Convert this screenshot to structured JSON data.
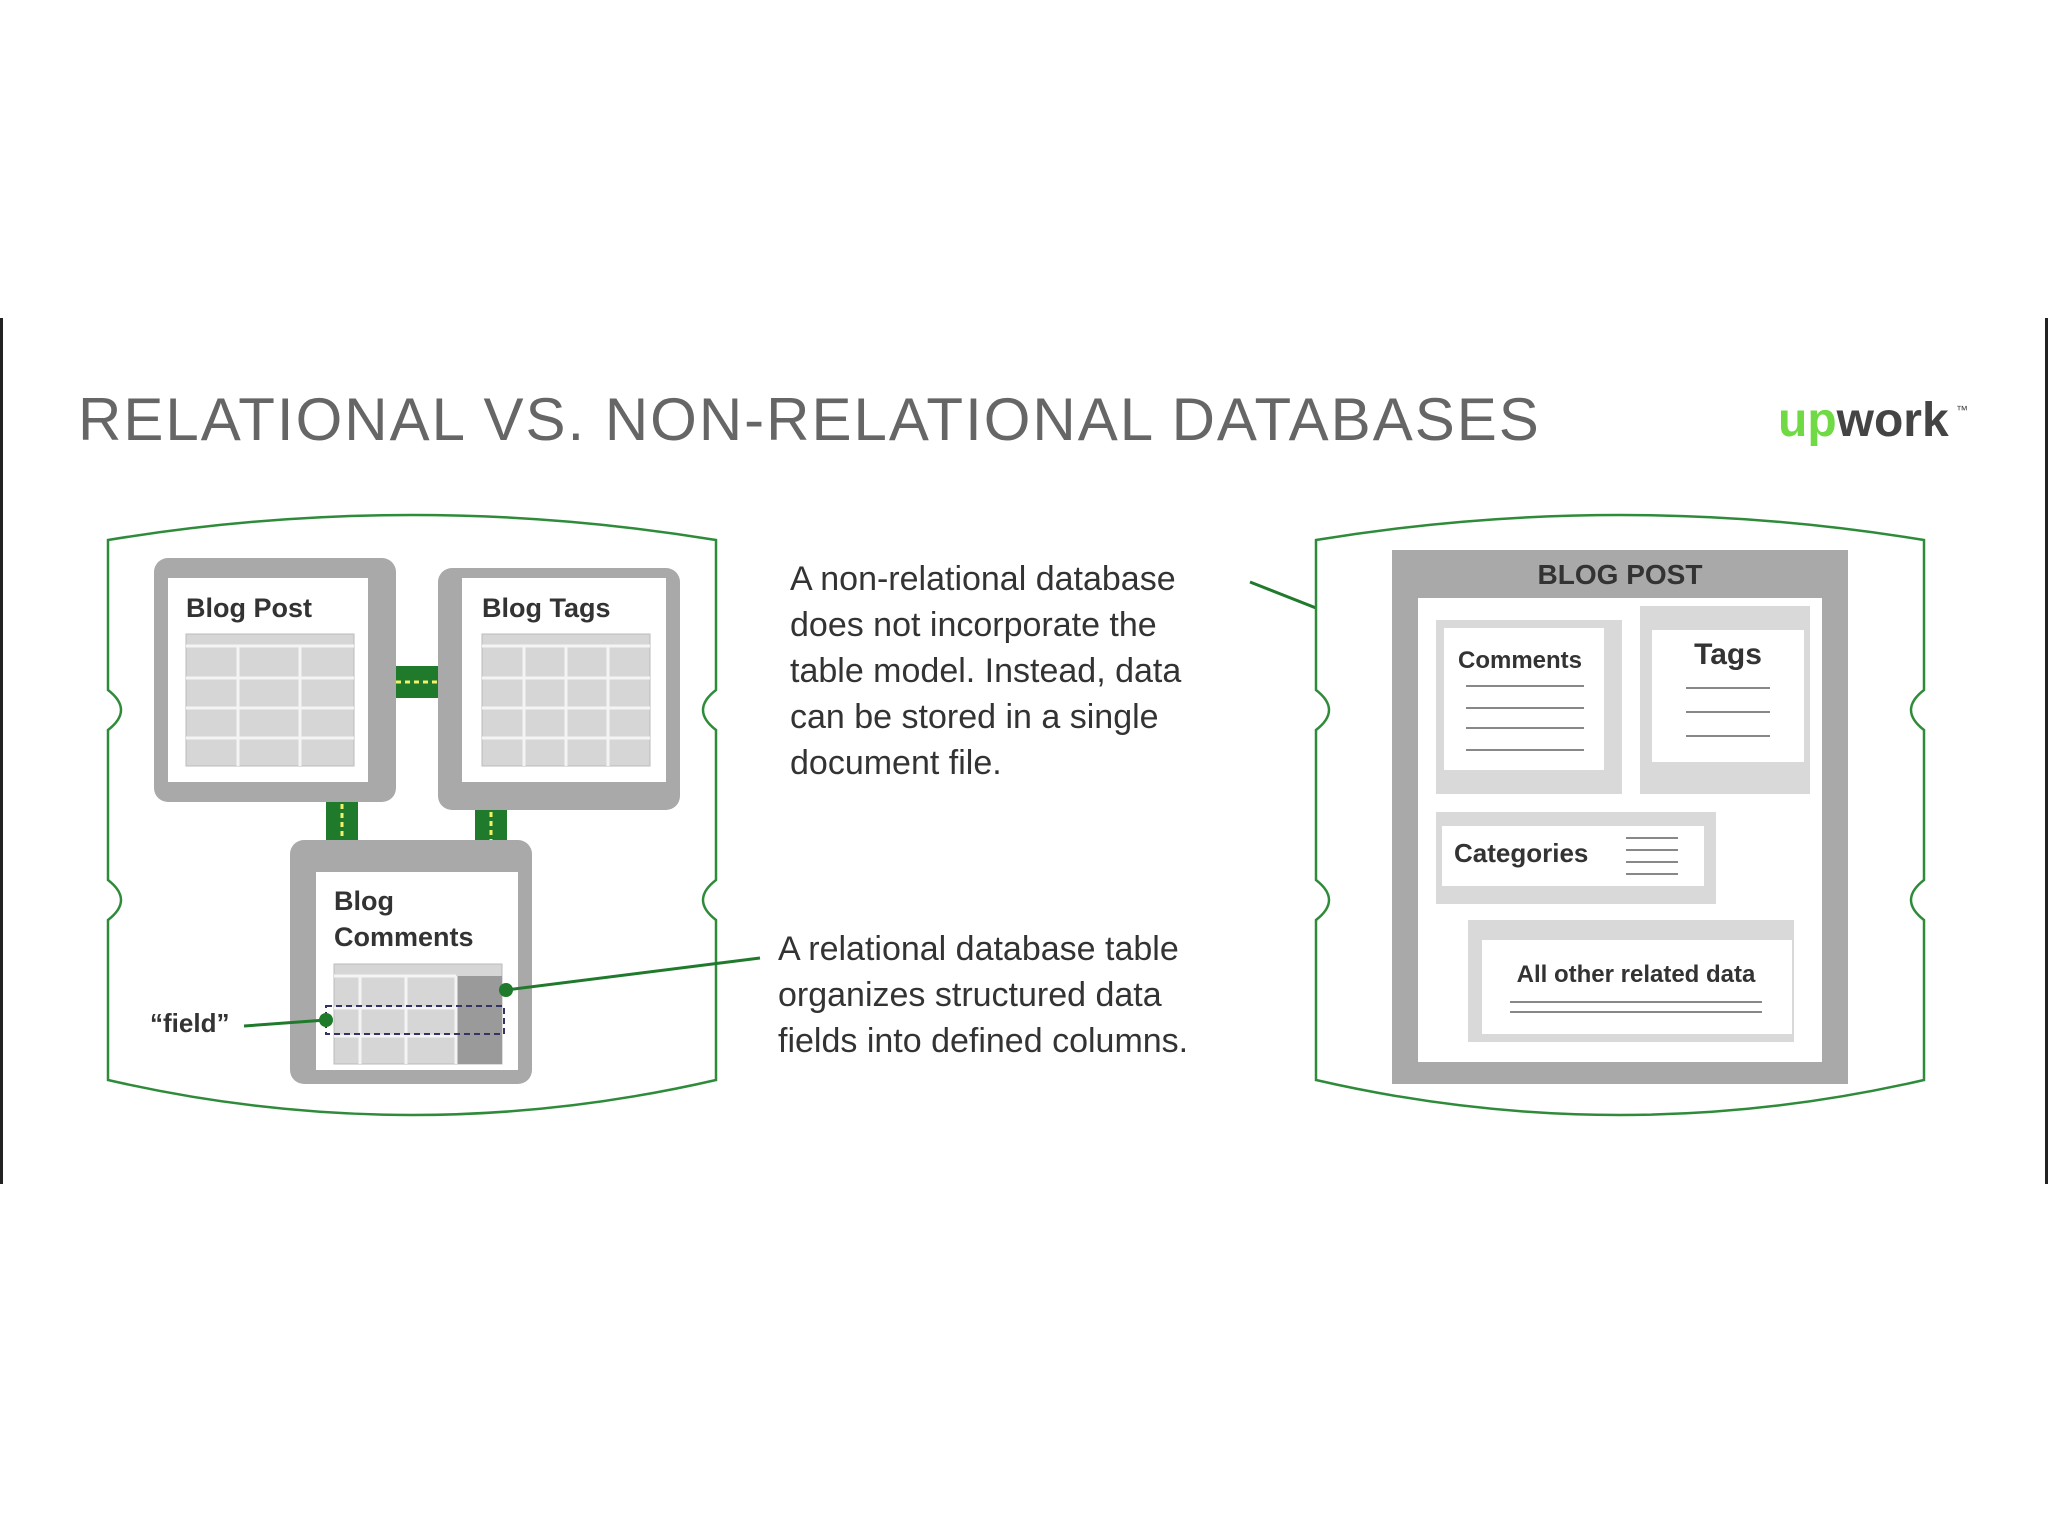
{
  "title": "RELATIONAL VS. NON-RELATIONAL DATABASES",
  "logo": {
    "text_part1": "up",
    "text_part2": "work",
    "tm": "™"
  },
  "relational": {
    "blog_post_label": "Blog Post",
    "blog_tags_label": "Blog Tags",
    "blog_comments_label_line1": "Blog",
    "blog_comments_label_line2": "Comments",
    "field_label": "“field”"
  },
  "callout_nonrelational": [
    "A non-relational database",
    "does not incorporate the",
    "table model. Instead, data",
    "can be stored in a single",
    "document file."
  ],
  "callout_relational": [
    "A relational database table",
    "organizes structured data",
    "fields into defined columns."
  ],
  "document": {
    "header": "BLOG POST",
    "comments": "Comments",
    "tags": "Tags",
    "categories": "Categories",
    "other": "All other related data"
  },
  "colors": {
    "green": "#2e8b3a",
    "green_dark": "#1f7a2c",
    "connector_dash": "#f4f06a",
    "gray_frame": "#a9a9a9",
    "gray_light": "#d9d9d9",
    "title_gray": "#666666",
    "logo_green": "#6fda44"
  }
}
